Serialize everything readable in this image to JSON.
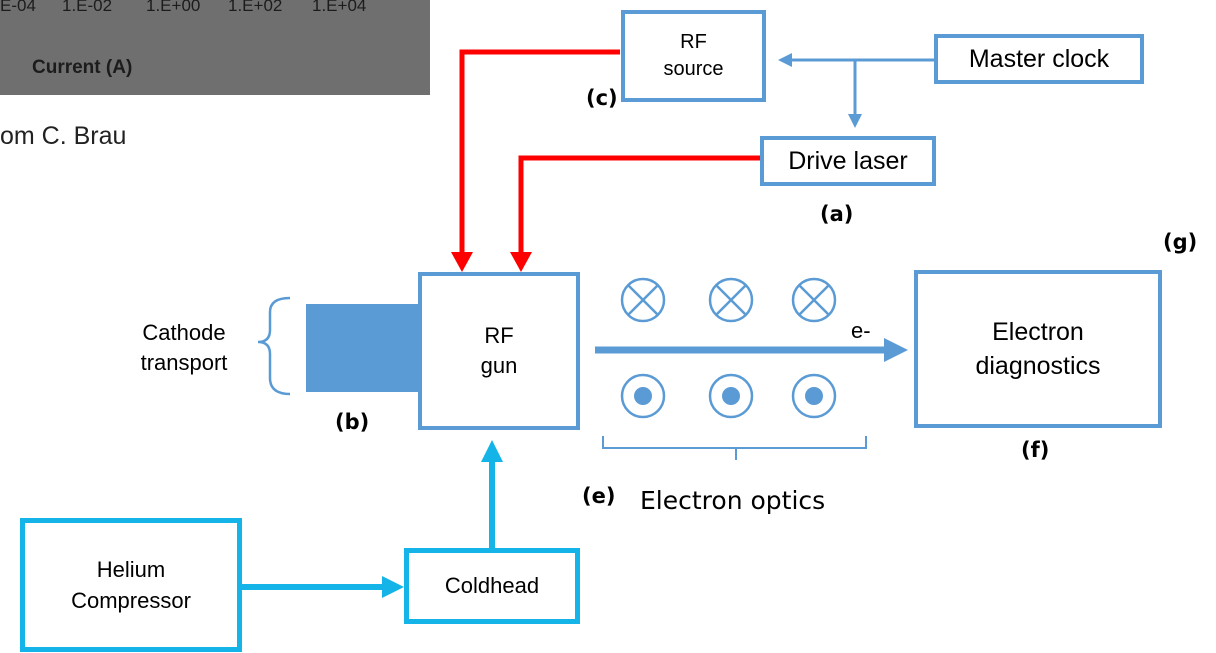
{
  "chart_fragment": {
    "tick_labels": [
      "E-04",
      "1.E-02",
      "1.E+00",
      "1.E+02",
      "1.E+04"
    ],
    "axis_label": "Current (A)",
    "caption": "om C. Brau"
  },
  "boxes": {
    "rf_source": "RF\nsource",
    "master_clock": "Master clock",
    "drive_laser": "Drive laser",
    "rf_gun": "RF\ngun",
    "electron_diagnostics": "Electron\ndiagnostics",
    "helium_compressor": "Helium\nCompressor",
    "coldhead": "Coldhead"
  },
  "labels": {
    "cathode_transport": "Cathode\ntransport",
    "electron_optics": "Electron optics",
    "beam": "e-"
  },
  "tags": {
    "a": "(a)",
    "b": "(b)",
    "c": "(c)",
    "e": "(e)",
    "f": "(f)",
    "g": "(g)"
  },
  "colors": {
    "rf_line": "#ff0000",
    "signal_line": "#5b9bd5",
    "cryo_line": "#14b4e8",
    "cathode_fill": "#5b9bd5"
  }
}
